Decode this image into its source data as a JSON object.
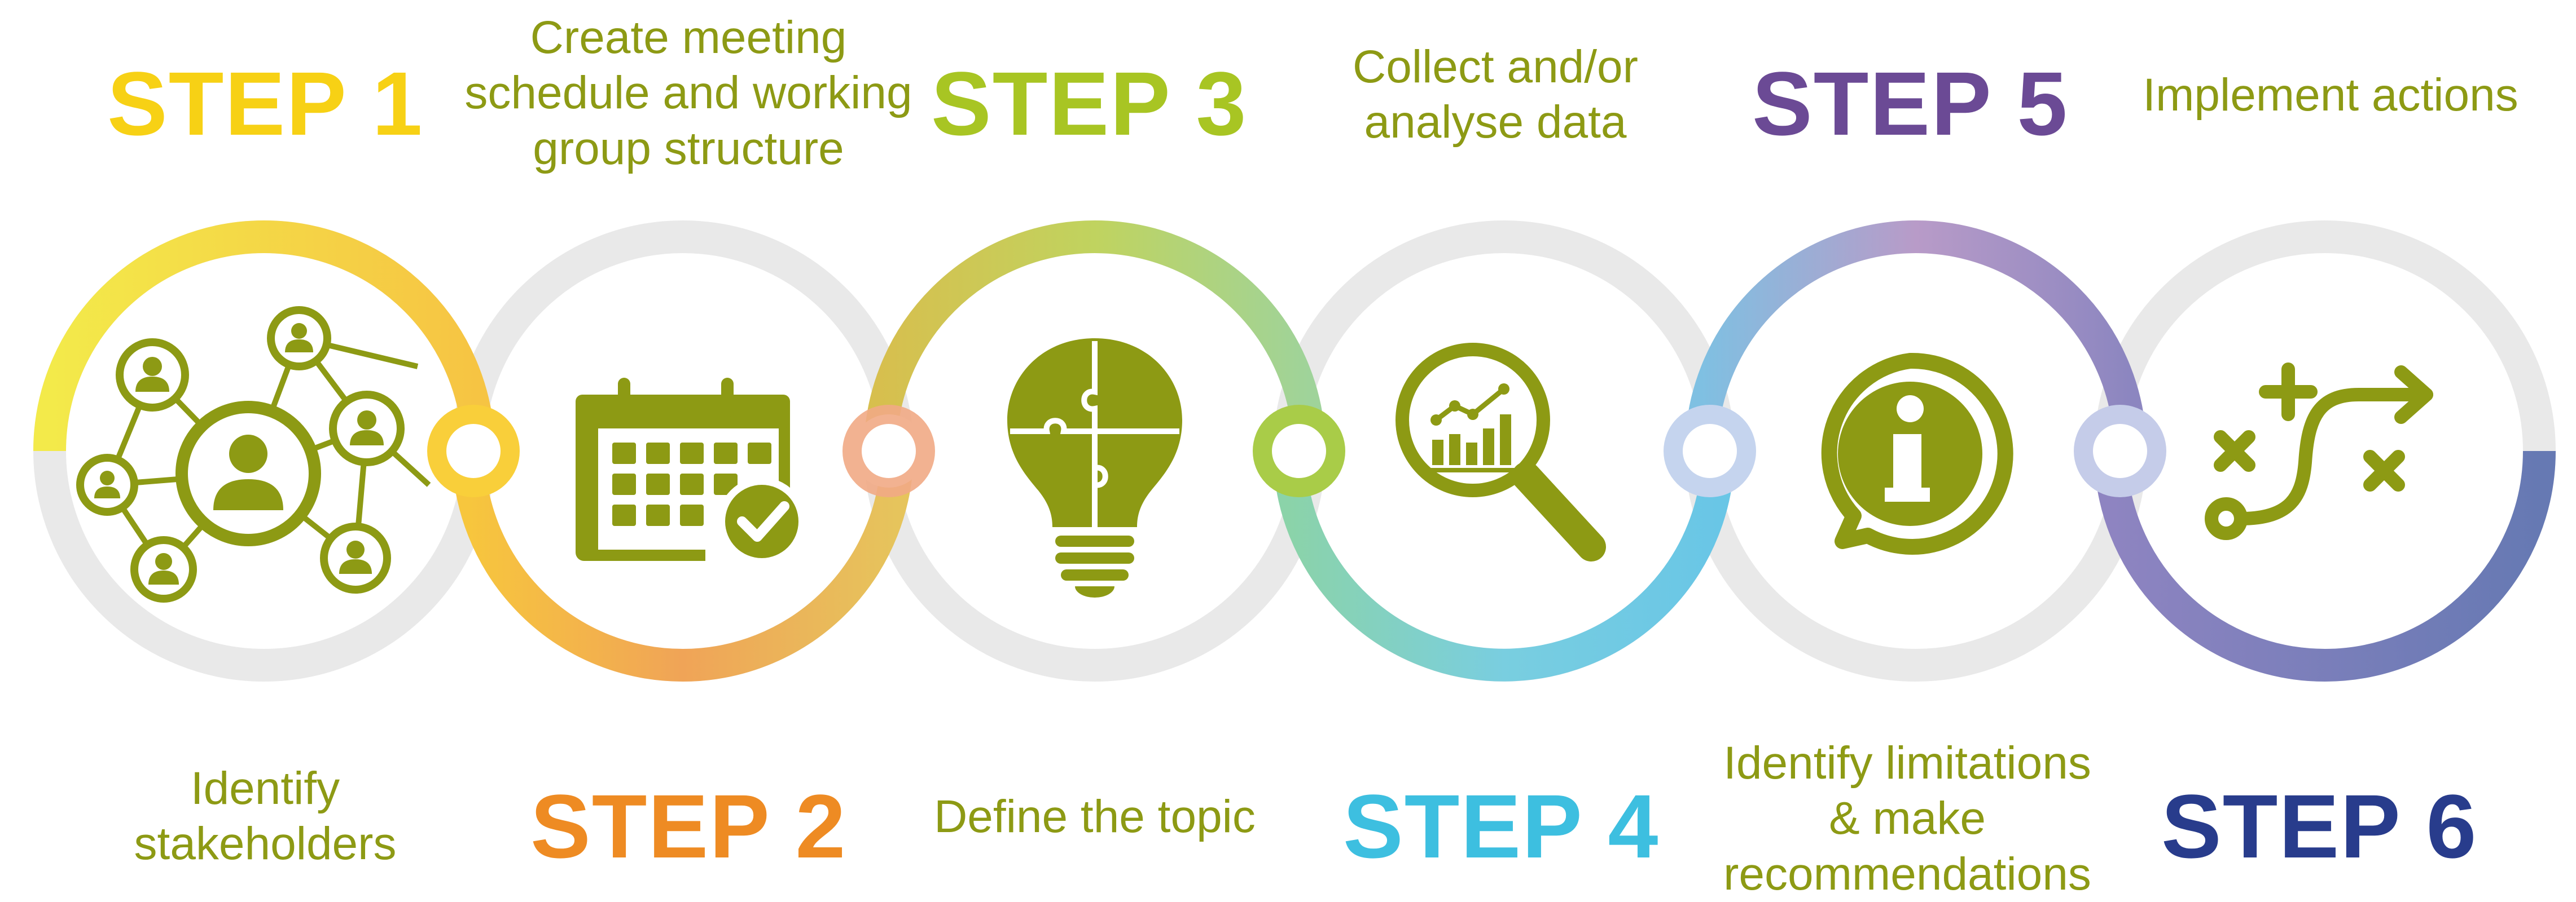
{
  "colors": {
    "step1": "#f7d115",
    "step2": "#ee8b23",
    "step3": "#a8c523",
    "step4": "#3dbfe0",
    "step5": "#6b4a95",
    "step6": "#283c8c",
    "description": "#8d9a14",
    "icon": "#8d9a14",
    "ring": "#e9e9e9"
  },
  "steps": [
    {
      "label": "STEP 1",
      "description": "Identify stakeholders",
      "icon": "stakeholder-network-icon"
    },
    {
      "label": "STEP 2",
      "description": "Create meeting schedule and working group structure",
      "icon": "calendar-check-icon"
    },
    {
      "label": "STEP 3",
      "description": "Define the topic",
      "icon": "lightbulb-puzzle-icon"
    },
    {
      "label": "STEP 4",
      "description": "Collect and/or analyse data",
      "icon": "magnifier-chart-icon"
    },
    {
      "label": "STEP 5",
      "description": "Identify limitations & make recommendations",
      "icon": "info-speech-icon"
    },
    {
      "label": "STEP 6",
      "description": "Implement actions",
      "icon": "strategy-plan-icon"
    }
  ],
  "description_lines": {
    "step1": [
      "Identify",
      "stakeholders"
    ],
    "step2": [
      "Create meeting",
      "schedule and working",
      "group structure"
    ],
    "step3": [
      "Define the topic"
    ],
    "step4": [
      "Collect and/or",
      "analyse data"
    ],
    "step5": [
      "Identify limitations",
      "& make",
      "recommendations"
    ],
    "step6": [
      "Implement actions"
    ]
  }
}
